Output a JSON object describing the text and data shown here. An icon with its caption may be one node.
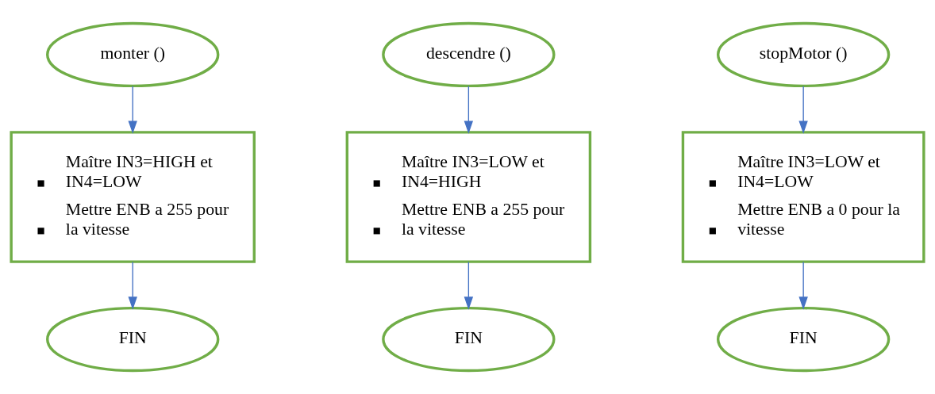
{
  "diagram": {
    "nodes": [
      {
        "text": [
          "monter ()"
        ]
      },
      {
        "text": [
          "Maître IN3=HIGH et IN4=LOW",
          "Mettre ENB a 255 pour la vitesse"
        ]
      },
      {
        "text": [
          "FIN"
        ]
      },
      {
        "text": [
          "descendre ()"
        ]
      },
      {
        "text": [
          "Maître IN3=LOW et IN4=HIGH",
          "Mettre ENB a 255 pour la vitesse"
        ]
      },
      {
        "text": [
          "FIN"
        ]
      },
      {
        "text": [
          "stopMotor ()"
        ]
      },
      {
        "text": [
          "Maître IN3=LOW et IN4=LOW",
          "Mettre ENB a 0 pour la vitesse"
        ]
      },
      {
        "text": [
          "FIN"
        ]
      }
    ],
    "edges": [
      {
        "from": 0,
        "to": 1,
        "arrow": "to"
      },
      {
        "from": 1,
        "to": 2,
        "arrow": "to"
      },
      {
        "from": 3,
        "to": 4,
        "arrow": "to"
      },
      {
        "from": 4,
        "to": 5,
        "arrow": "to"
      },
      {
        "from": 6,
        "to": 7,
        "arrow": "to"
      },
      {
        "from": 7,
        "to": 8,
        "arrow": "to"
      }
    ]
  }
}
